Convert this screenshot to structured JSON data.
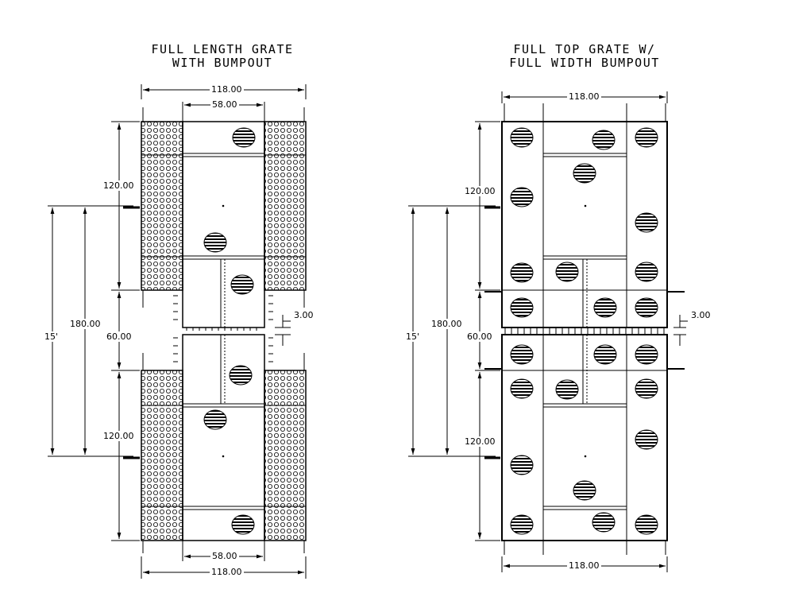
{
  "left": {
    "title_line1": "FULL LENGTH GRATE",
    "title_line2": "WITH BUMPOUT",
    "dim_top_width": "118.00",
    "dim_top_inner": "58.00",
    "dim_bottom_inner": "58.00",
    "dim_bottom_width": "118.00",
    "dim_upper_height": "120.00",
    "dim_lower_height": "120.00",
    "dim_total": "180.00",
    "dim_middle": "60.00",
    "dim_overall": "15'",
    "dim_gap": "3.00"
  },
  "right": {
    "title_line1": "FULL TOP GRATE W/",
    "title_line2": "FULL WIDTH BUMPOUT",
    "dim_top_width": "118.00",
    "dim_bottom_width": "118.00",
    "dim_upper_height": "120.00",
    "dim_lower_height": "120.00",
    "dim_total": "180.00",
    "dim_middle": "60.00",
    "dim_overall": "15'",
    "dim_gap": "3.00"
  },
  "colors": {
    "line": "#000000",
    "background": "#ffffff"
  }
}
